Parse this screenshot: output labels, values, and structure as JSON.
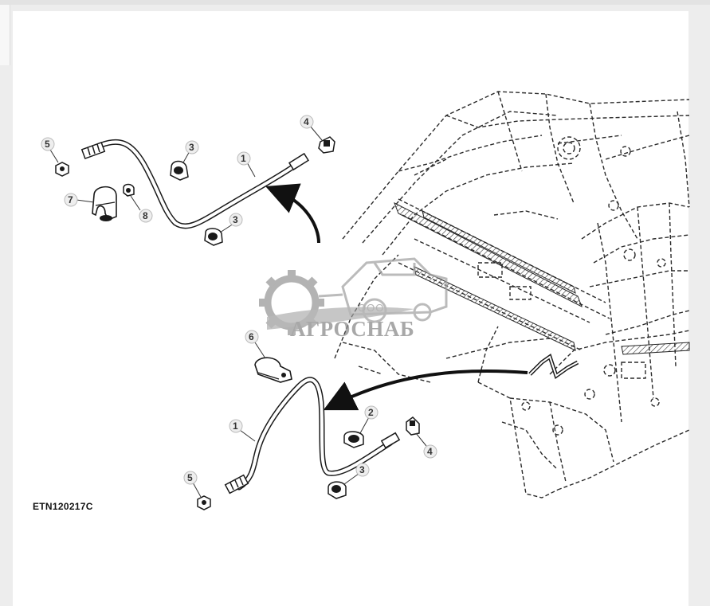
{
  "figure_id": "ETN120217C",
  "watermark": {
    "line1": "ООО",
    "line2": "АГРОСНАБ"
  },
  "callouts": {
    "c1a": "1",
    "c3a": "3",
    "c3b": "3",
    "c4a": "4",
    "c5a": "5",
    "c7a": "7",
    "c8a": "8",
    "c6b": "6",
    "c1b": "1",
    "c2b": "2",
    "c4b": "4",
    "c5b": "5",
    "c3c": "3"
  },
  "colors": {
    "line": "#1a1a1a",
    "dashed_frame": "#2a2a2a",
    "watermark": "#8c8c8c"
  }
}
